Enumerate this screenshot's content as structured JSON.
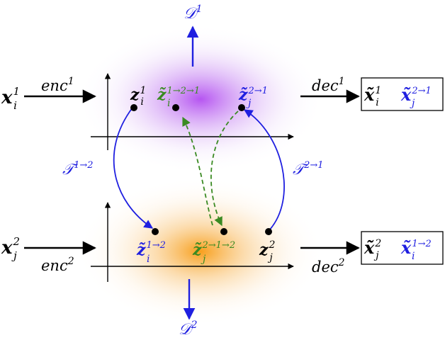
{
  "colors": {
    "black": "#000000",
    "blue": "#1f1fe0",
    "green": "#3a8a22",
    "purple_glow": "#b24cf0",
    "orange_glow": "#f7a21e"
  },
  "top": {
    "input": {
      "base": "x",
      "sub": "i",
      "sup": "1"
    },
    "encoder": {
      "base": "enc",
      "sup": "1"
    },
    "decoder": {
      "base": "dec",
      "sup": "1"
    },
    "discriminator": {
      "base": "𝒟",
      "sup": "1"
    },
    "latent_z": {
      "base": "z",
      "sub": "i",
      "sup": "1"
    },
    "latent_cycle": {
      "base": "z̃",
      "sub": "i",
      "sup": "1→2→1"
    },
    "latent_translated": {
      "base": "z̃",
      "sub": "j",
      "sup": "2→1"
    },
    "output_recon": {
      "base": "x̃",
      "sub": "i",
      "sup": "1"
    },
    "output_translated": {
      "base": "x̃",
      "sub": "j",
      "sup": "2→1"
    }
  },
  "bottom": {
    "input": {
      "base": "x",
      "sub": "j",
      "sup": "2"
    },
    "encoder": {
      "base": "enc",
      "sup": "2"
    },
    "decoder": {
      "base": "dec",
      "sup": "2"
    },
    "discriminator": {
      "base": "𝒟",
      "sup": "2"
    },
    "latent_z": {
      "base": "z",
      "sub": "j",
      "sup": "2"
    },
    "latent_cycle": {
      "base": "z̃",
      "sub": "j",
      "sup": "2→1→2"
    },
    "latent_translated": {
      "base": "z̃",
      "sub": "i",
      "sup": "1→2"
    },
    "output_recon": {
      "base": "x̃",
      "sub": "j",
      "sup": "2"
    },
    "output_translated": {
      "base": "x̃",
      "sub": "i",
      "sup": "1→2"
    }
  },
  "transforms": {
    "t12": {
      "base": "𝒯",
      "sup": "1→2"
    },
    "t21": {
      "base": "𝒯",
      "sup": "2→1"
    }
  }
}
